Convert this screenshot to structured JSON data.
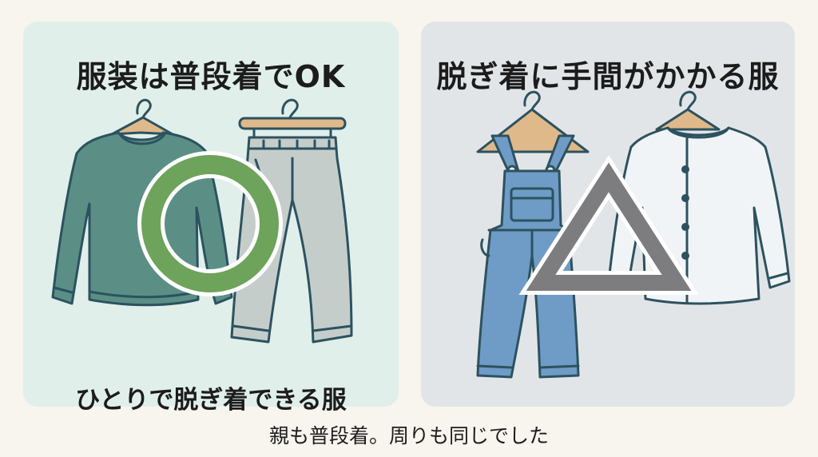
{
  "left_panel": {
    "title": "服装は普段着でOK",
    "subtitle": "ひとりで脱ぎ着できる服",
    "items": [
      "sweatshirt",
      "pants"
    ],
    "mark": "circle",
    "mark_color": "#6da35a"
  },
  "right_panel": {
    "title": "脱ぎ着に手間がかかる服",
    "items": [
      "overalls",
      "button-shirt"
    ],
    "mark": "triangle",
    "mark_color": "#7d7d80"
  },
  "caption": "親も普段着。周りも同じでした",
  "colors": {
    "background": "#f8f5ee",
    "left_panel_bg": "#e0efea",
    "right_panel_bg": "#e2e5e7",
    "outline": "#2c5260",
    "sweatshirt": "#5b8f85",
    "pants": "#c5cdcb",
    "overalls": "#6f9cc6",
    "shirt": "#f1f4f6",
    "hanger_wood": "#e0b98a"
  }
}
